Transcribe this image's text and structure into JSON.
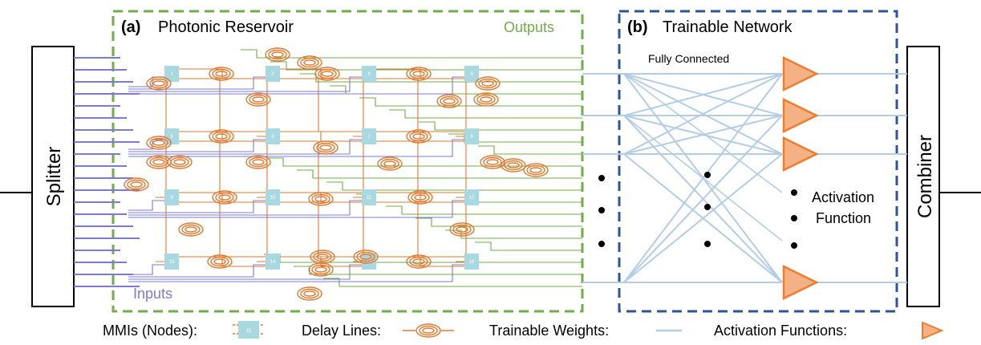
{
  "panel_a": {
    "tag": "(a)",
    "title": "Photonic Reservoir",
    "outputs_label": "Outputs",
    "inputs_label": "Inputs"
  },
  "panel_b": {
    "tag": "(b)",
    "title": "Trainable Network",
    "fc_label": "Fully Connected",
    "activation_label_line1": "Activation",
    "activation_label_line2": "Function"
  },
  "splitter_label": "Splitter",
  "combiner_label": "Combiner",
  "legend": {
    "mmi_label": "MMIs (Nodes):",
    "mmi_node_id": "15",
    "delay_label": "Delay Lines:",
    "weights_label": "Trainable Weights:",
    "activation_label": "Activation Functions:"
  },
  "mmi_nodes": [
    "1",
    "2",
    "3",
    "4",
    "5",
    "6",
    "7",
    "8",
    "9",
    "10",
    "11",
    "12",
    "13",
    "14",
    "15",
    "16"
  ],
  "colors": {
    "reservoir_border": "#70ad47",
    "output_lines": "#70ad47",
    "input_lines": "#7b7bd6",
    "delay_lines": "#e2782d",
    "mmi": "#a8d8e0",
    "network_border": "#2f5597",
    "weights": "#b4cde6",
    "activation_fill": "#f4b183",
    "activation_stroke": "#ed7d31"
  }
}
